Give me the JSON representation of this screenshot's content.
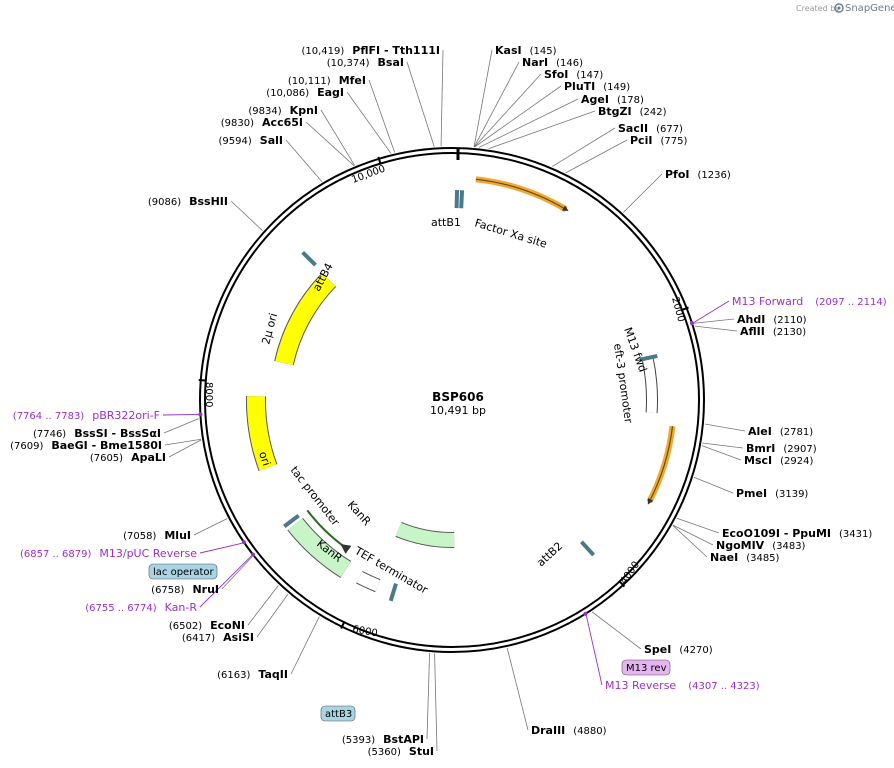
{
  "credit": {
    "prefix": "Created by",
    "brand": "SnapGene"
  },
  "plasmid": {
    "name": "BSP606",
    "length_label": "10,491 bp",
    "length": 10491
  },
  "ticks": [
    {
      "pos": 2000,
      "label": "2000"
    },
    {
      "pos": 4000,
      "label": "4000"
    },
    {
      "pos": 6000,
      "label": "6000"
    },
    {
      "pos": 8000,
      "label": "8000"
    },
    {
      "pos": 10000,
      "label": "10,000"
    }
  ],
  "sites": [
    {
      "name": "KasI",
      "pos": "(145)",
      "bp": 145
    },
    {
      "name": "NarI",
      "pos": "(146)",
      "bp": 146
    },
    {
      "name": "SfoI",
      "pos": "(147)",
      "bp": 147
    },
    {
      "name": "PluTI",
      "pos": "(149)",
      "bp": 149
    },
    {
      "name": "AgeI",
      "pos": "(178)",
      "bp": 178
    },
    {
      "name": "BtgZI",
      "pos": "(242)",
      "bp": 242
    },
    {
      "name": "SacII",
      "pos": "(677)",
      "bp": 677
    },
    {
      "name": "PciI",
      "pos": "(775)",
      "bp": 775
    },
    {
      "name": "PfoI",
      "pos": "(1236)",
      "bp": 1236
    },
    {
      "name": "AhdI",
      "pos": "(2110)",
      "bp": 2110
    },
    {
      "name": "AflII",
      "pos": "(2130)",
      "bp": 2130
    },
    {
      "name": "AleI",
      "pos": "(2781)",
      "bp": 2781
    },
    {
      "name": "BmrI",
      "pos": "(2907)",
      "bp": 2907
    },
    {
      "name": "MscI",
      "pos": "(2924)",
      "bp": 2924
    },
    {
      "name": "PmeI",
      "pos": "(3139)",
      "bp": 3139
    },
    {
      "name": "EcoO109I - PpuMI",
      "pos": "(3431)",
      "bp": 3431
    },
    {
      "name": "NgoMIV",
      "pos": "(3483)",
      "bp": 3483
    },
    {
      "name": "NaeI",
      "pos": "(3485)",
      "bp": 3485
    },
    {
      "name": "SpeI",
      "pos": "(4270)",
      "bp": 4270
    },
    {
      "name": "DraIII",
      "pos": "(4880)",
      "bp": 4880
    },
    {
      "name": "StuI",
      "pos": "(5360)",
      "bp": 5360
    },
    {
      "name": "BstAPI",
      "pos": "(5393)",
      "bp": 5393
    },
    {
      "name": "TaqII",
      "pos": "(6163)",
      "bp": 6163
    },
    {
      "name": "AsiSI",
      "pos": "(6417)",
      "bp": 6417
    },
    {
      "name": "EcoNI",
      "pos": "(6502)",
      "bp": 6502
    },
    {
      "name": "NruI",
      "pos": "(6758)",
      "bp": 6758
    },
    {
      "name": "MluI",
      "pos": "(7058)",
      "bp": 7058
    },
    {
      "name": "ApaLI",
      "pos": "(7605)",
      "bp": 7605
    },
    {
      "name": "BaeGI - Bme1580I",
      "pos": "(7609)",
      "bp": 7609
    },
    {
      "name": "BssSI - BssSαI",
      "pos": "(7746)",
      "bp": 7746
    },
    {
      "name": "BssHII",
      "pos": "(9086)",
      "bp": 9086
    },
    {
      "name": "SalI",
      "pos": "(9594)",
      "bp": 9594
    },
    {
      "name": "Acc65I",
      "pos": "(9830)",
      "bp": 9830
    },
    {
      "name": "KpnI",
      "pos": "(9834)",
      "bp": 9834
    },
    {
      "name": "EagI",
      "pos": "(10,086)",
      "bp": 10086
    },
    {
      "name": "MfeI",
      "pos": "(10,111)",
      "bp": 10111
    },
    {
      "name": "BsaI",
      "pos": "(10,374)",
      "bp": 10374
    },
    {
      "name": "PflFI - Tth111I",
      "pos": "(10,419)",
      "bp": 10419
    }
  ],
  "primers": [
    {
      "name": "M13 Forward",
      "pos": "(2097 .. 2114)"
    },
    {
      "name": "M13 Reverse",
      "pos": "(4307 .. 4323)"
    },
    {
      "name": "M13/pUC Reverse",
      "pos": "(6857 .. 6879)"
    },
    {
      "name": "Kan-R",
      "pos": "(6755 .. 6774)"
    },
    {
      "name": "pBR322ori-F",
      "pos": "(7764 .. 7783)"
    }
  ],
  "features": {
    "factor_xa": "Factor Xa site",
    "attb1": "attB1",
    "attb2": "attB2",
    "attb3": "attB3",
    "attb4": "attB4",
    "m13_fwd": "M13 fwd",
    "eft3": "eft-3 promoter",
    "kanr_a": "KanR",
    "kanr_b": "KanR",
    "tef": "TEF terminator",
    "tac": "tac promoter",
    "ori": "ori",
    "two_mu_ori": "2μ ori",
    "lac_operator": "lac operator",
    "m13_rev": "M13 rev"
  },
  "colors": {
    "backbone": "#000000",
    "orf": "#f0a830",
    "ori": "#ffff00",
    "marker": "#c8f5c8",
    "primer": "#9b30c8",
    "att_site": "#4a7a8a",
    "badge_blue": "#a9d4e4",
    "badge_purple": "#e6b4f0"
  }
}
